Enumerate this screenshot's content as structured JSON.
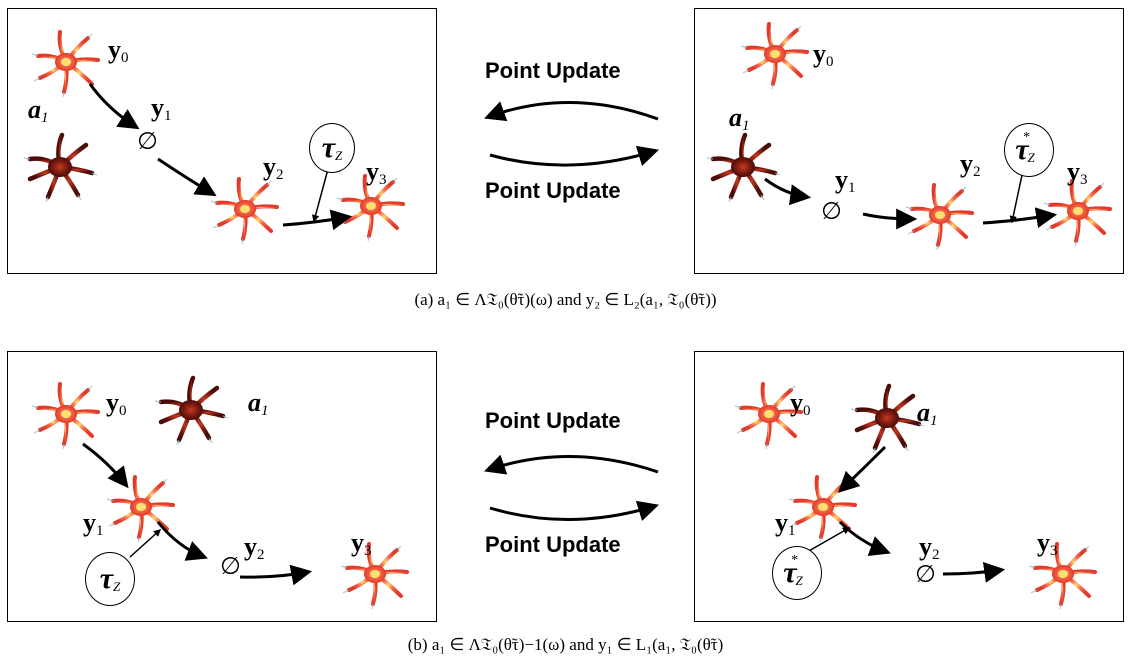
{
  "labels": {
    "y0": "y",
    "y0_sub": "0",
    "y1": "y",
    "y1_sub": "1",
    "y2": "y",
    "y2_sub": "2",
    "y3": "y",
    "y3_sub": "3",
    "a1": "a",
    "a1_sub": "1",
    "empty_set": "∅",
    "tau": "τ",
    "tau_sub": "Z",
    "tau_star": "*"
  },
  "update_label": "Point Update",
  "captions": {
    "a": "(a) a₁ ∈ Λ𝔗₀(θ̃τ)(ω) and y₂ ∈ L₂(a₁, 𝔗₀(θ̃τ))",
    "b": "(b) a₁ ∈ Λ𝔗₀(θ̃τ)−1(ω) and y₁ ∈ L₁(a₁, 𝔗₀(θ̃τ)"
  },
  "colors": {
    "neuron_light": "#f06048",
    "neuron_dark": "#7a1a10",
    "neuron_center": "#ffe070"
  }
}
